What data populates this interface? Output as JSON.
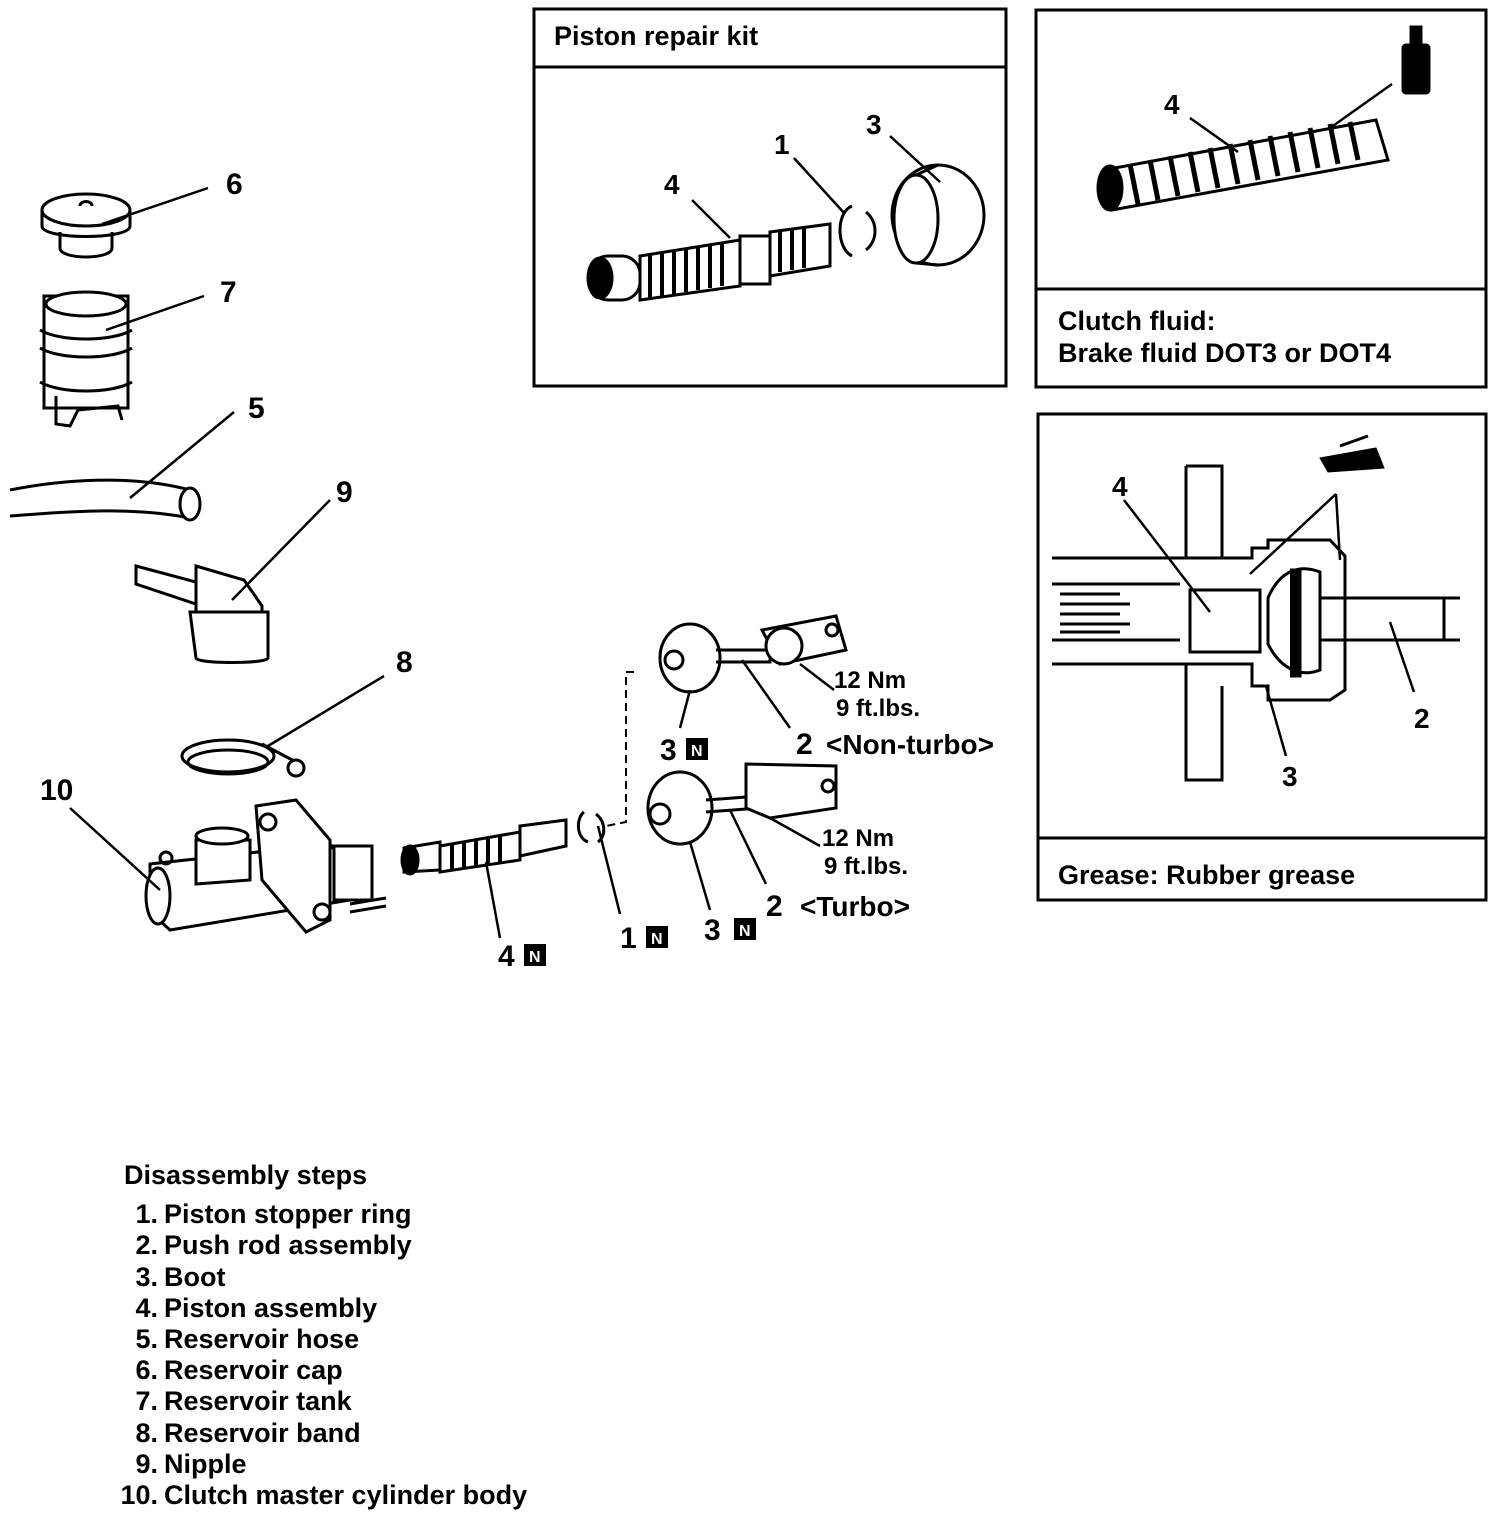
{
  "callouts": {
    "n1": "1",
    "n2": "2",
    "n3": "3",
    "n4": "4",
    "n5": "5",
    "n6": "6",
    "n7": "7",
    "n8": "8",
    "n9": "9",
    "n10": "10",
    "nonturbo": "<Non-turbo>",
    "turbo": "<Turbo>",
    "torque_nm": "12 Nm",
    "torque_ftlbs": "9 ft.lbs.",
    "n_mark": "N"
  },
  "boxes": {
    "piston_kit": {
      "title": "Piston repair kit"
    },
    "clutch_fluid": {
      "caption_line1": "Clutch fluid:",
      "caption_line2": "Brake fluid DOT3 or DOT4"
    },
    "grease": {
      "caption": "Grease: Rubber grease"
    }
  },
  "disassembly": {
    "title": "Disassembly steps",
    "steps": [
      {
        "num": "1.",
        "text": "Piston stopper ring"
      },
      {
        "num": "2.",
        "text": "Push rod assembly"
      },
      {
        "num": "3.",
        "text": "Boot"
      },
      {
        "num": "4.",
        "text": "Piston assembly"
      },
      {
        "num": "5.",
        "text": "Reservoir hose"
      },
      {
        "num": "6.",
        "text": "Reservoir cap"
      },
      {
        "num": "7.",
        "text": "Reservoir tank"
      },
      {
        "num": "8.",
        "text": "Reservoir band"
      },
      {
        "num": "9.",
        "text": "Nipple"
      },
      {
        "num": "10.",
        "text": "Clutch master cylinder body"
      }
    ]
  }
}
